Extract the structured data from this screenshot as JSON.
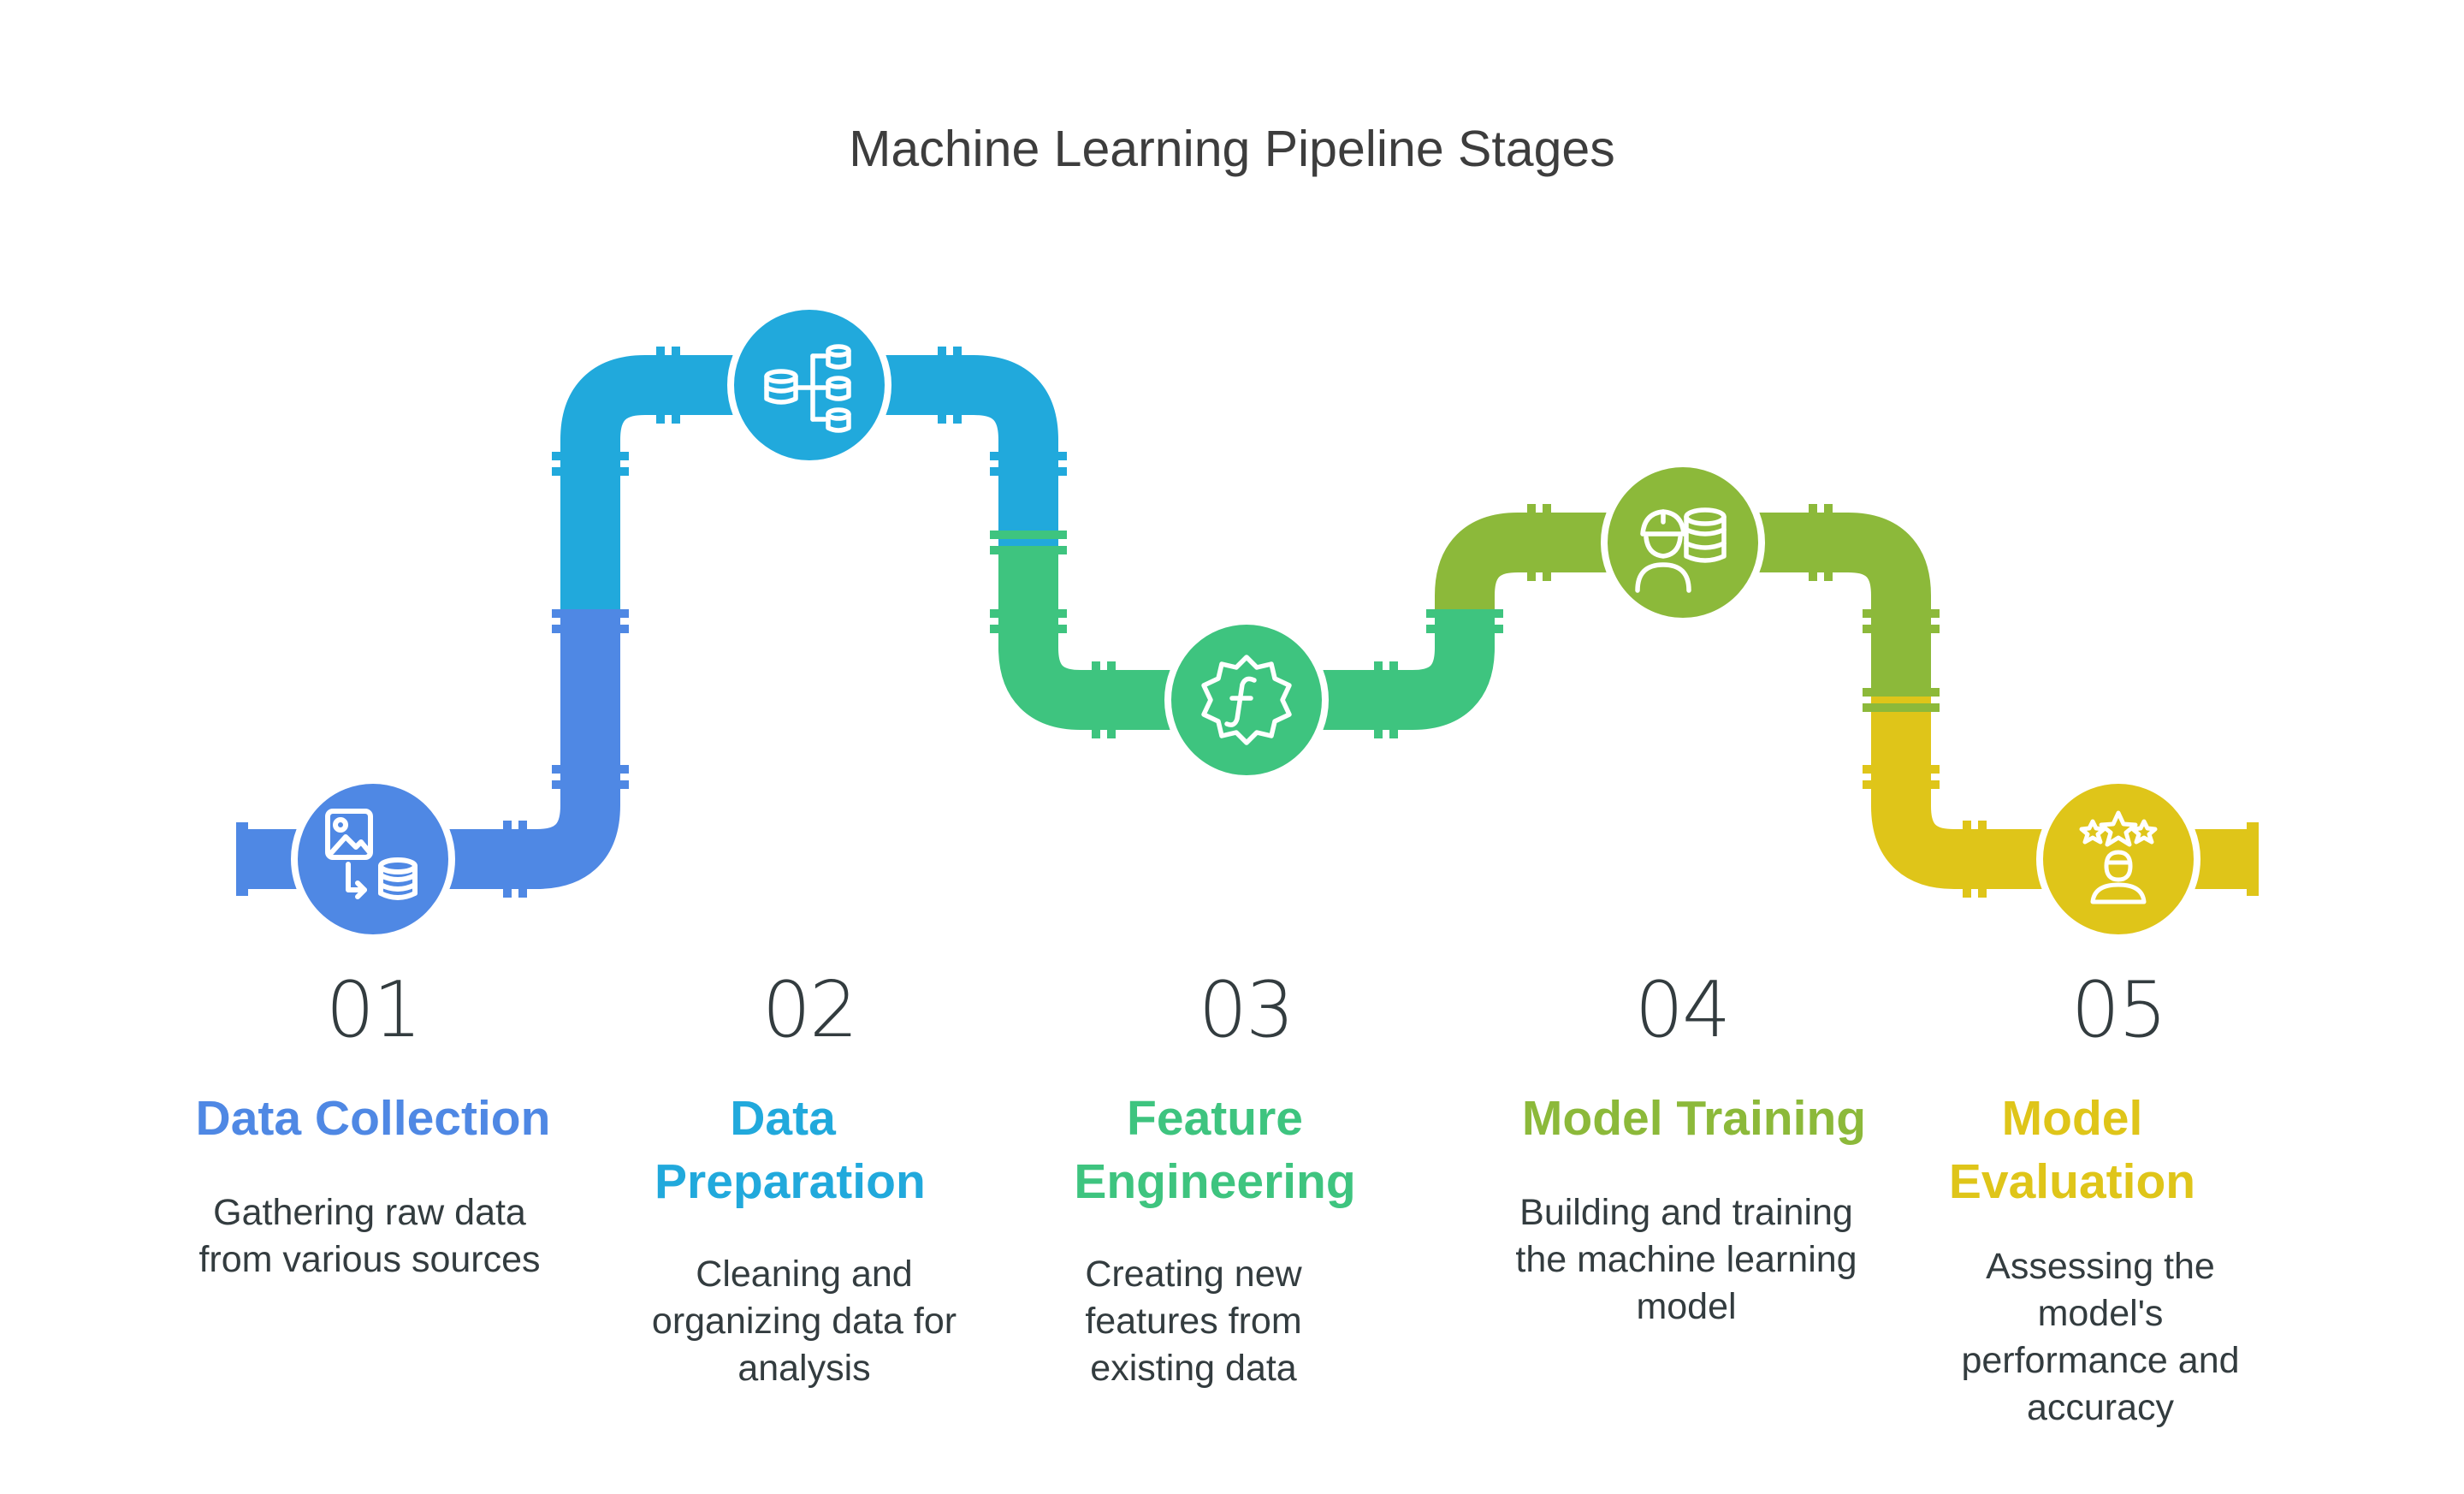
{
  "title": "Machine Learning Pipeline Stages",
  "stages": [
    {
      "number": "01",
      "heading": "Data Collection",
      "description": "Gathering raw data from various sources",
      "color": "#4f88e4",
      "icon": "image-to-database-icon"
    },
    {
      "number": "02",
      "heading": "Data Preparation",
      "description": "Cleaning and organizing data for analysis",
      "color": "#21a9dc",
      "icon": "database-hierarchy-icon"
    },
    {
      "number": "03",
      "heading": "Feature Engineering",
      "description": "Creating new features from existing data",
      "color": "#3ec47f",
      "icon": "function-gear-icon"
    },
    {
      "number": "04",
      "heading": "Model Training",
      "description": "Building and training the machine learning model",
      "color": "#8cb93a",
      "icon": "engineer-database-icon"
    },
    {
      "number": "05",
      "heading": "Model Evaluation",
      "description": "Assessing the model's performance and accuracy",
      "color": "#dfc519",
      "icon": "stars-person-icon"
    }
  ]
}
